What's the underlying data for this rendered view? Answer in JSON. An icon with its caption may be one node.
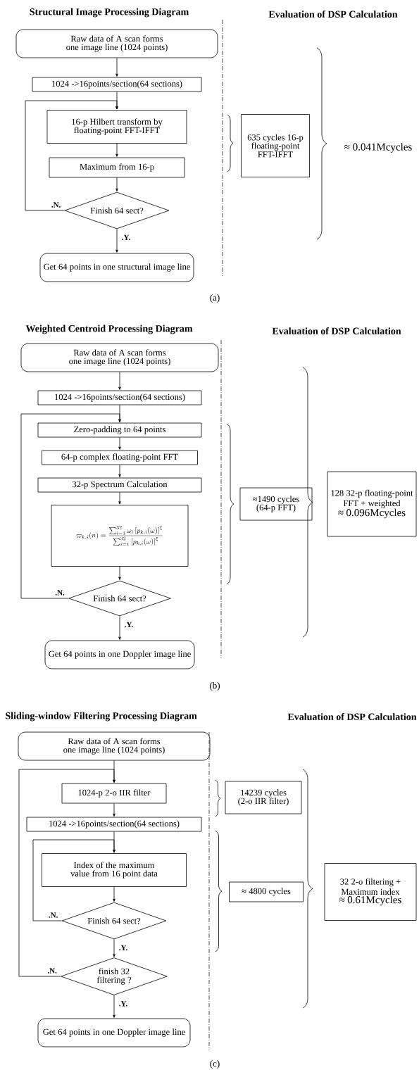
{
  "diagram": {
    "nodes": [
      {
        "text": [
          "Raw data of A scan forms one image line (1024 points)"
        ]
      },
      {
        "text": [
          "1024 ->16points/section(64 sections)"
        ]
      },
      {
        "text": [
          "16-p Hilbert transform by floating-point FFT-IFFT"
        ]
      },
      {
        "text": [
          "Maximum from 16-p"
        ]
      },
      {
        "text": [
          "Finish 64 sect?"
        ]
      },
      {
        "text": [
          "Get 64 points in one structural image line"
        ]
      },
      {
        "text": [
          "635 cycles 16-p floating-point FFT-IFFT"
        ]
      },
      {
        "text": [
          "Raw data of A scan forms one image line (1024 points)"
        ]
      },
      {
        "text": [
          "1024 ->16points/section(64 sections)"
        ]
      },
      {
        "text": [
          "Zero-padding to 64 points"
        ]
      },
      {
        "text": [
          "64-p complex floating-point FFT"
        ]
      },
      {
        "text": [
          "32-p Spectrum Calculation"
        ]
      },
      {
        "text": [
          "\\varpi_{k,i}(n)=\\frac{\\sum_{i=1}^{32}\\omega_{i}\\left[p_{k,i}(\\omega)\\right]^{\\xi}}{\\sum_{i=1}^{32}\\left[p_{k,i}(\\omega)\\right]^{\\xi}}"
        ]
      },
      {
        "text": [
          "Finish 64 sect?"
        ]
      },
      {
        "text": [
          "Get 64 points in one Doppler image line"
        ]
      },
      {
        "text": [
          "≈1490 cycles (64-p FFT)"
        ]
      },
      {
        "text": [
          "128 32-p floating-point FFT + weighted",
          "≈ 0.096Mcycles"
        ]
      },
      {
        "text": [
          "Raw data of A scan forms one image line (1024 points)"
        ]
      },
      {
        "text": [
          "1024-p 2-o IIR filter"
        ]
      },
      {
        "text": [
          "1024 ->16points/section(64 sections)"
        ]
      },
      {
        "text": [
          "Index of the maximum value from 16 point data"
        ]
      },
      {
        "text": [
          "Finish 64 sect?"
        ]
      },
      {
        "text": [
          "finish 32 filtering ?"
        ]
      },
      {
        "text": [
          "Get 64 points in one Doppler image line"
        ]
      },
      {
        "text": [
          "14239 cycles (2-o IIR filter)"
        ]
      },
      {
        "text": [
          "≈ 4800 cycles"
        ]
      },
      {
        "text": [
          "32 2-o filtering + Maximum index",
          "≈ 0.61Mcycles"
        ]
      }
    ],
    "edges": [
      {
        "from": 0,
        "to": 1,
        "arrow": "to"
      },
      {
        "from": 1,
        "to": 2,
        "arrow": "to"
      },
      {
        "from": 2,
        "to": 3,
        "arrow": "to"
      },
      {
        "from": 3,
        "to": 4,
        "arrow": "to"
      },
      {
        "from": 4,
        "to": 5,
        "arrow": "to",
        "label": ".Y."
      },
      {
        "from": 4,
        "to": 2,
        "arrow": "to",
        "label": ".N."
      },
      {
        "from": 7,
        "to": 8,
        "arrow": "to"
      },
      {
        "from": 8,
        "to": 9,
        "arrow": "to"
      },
      {
        "from": 9,
        "to": 10,
        "arrow": "to"
      },
      {
        "from": 10,
        "to": 11,
        "arrow": "to"
      },
      {
        "from": 11,
        "to": 12,
        "arrow": "to"
      },
      {
        "from": 12,
        "to": 13,
        "arrow": "to"
      },
      {
        "from": 13,
        "to": 14,
        "arrow": "to",
        "label": ".Y."
      },
      {
        "from": 13,
        "to": 9,
        "arrow": "to",
        "label": ".N."
      },
      {
        "from": 17,
        "to": 18,
        "arrow": "to"
      },
      {
        "from": 18,
        "to": 19,
        "arrow": "to"
      },
      {
        "from": 19,
        "to": 20,
        "arrow": "to"
      },
      {
        "from": 20,
        "to": 21,
        "arrow": "to"
      },
      {
        "from": 21,
        "to": 22,
        "arrow": "to",
        "label": ".Y."
      },
      {
        "from": 22,
        "to": 23,
        "arrow": "to",
        "label": ".Y."
      },
      {
        "from": 21,
        "to": 20,
        "arrow": "to",
        "label": ".N."
      },
      {
        "from": 22,
        "to": 18,
        "arrow": "to",
        "label": ".N."
      }
    ],
    "labels": [
      "Structural Image Processing Diagram",
      "Evaluation of DSP Calculation",
      "≈ 0.041Mcycles",
      "(a)",
      "Weighted Centroid Processing Diagram",
      "Evaluation of DSP Calculation",
      "(b)",
      "Sliding-window Filtering Processing Diagram",
      "Evaluation of DSP Calculation",
      "(c)"
    ]
  }
}
